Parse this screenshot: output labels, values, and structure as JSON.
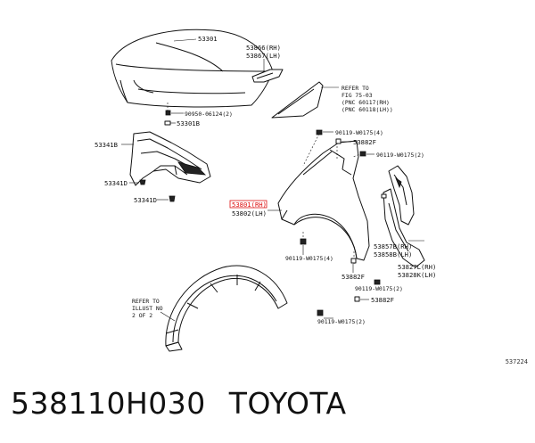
{
  "diagram": {
    "code": "537224",
    "labels": {
      "hood": "53301",
      "hood_seal_rh": "53866(RH)",
      "hood_seal_lh": "53867(LH)",
      "refer_fig_1": "REFER TO",
      "refer_fig_2": "FIG 75-03",
      "refer_fig_3": "(PNC 60117(RH)",
      "refer_fig_4": "(PNC 60118(LH))",
      "clip_hood": "90950-06124(2)",
      "cushion": "53301B",
      "bracket_53341": "53341B",
      "clip_53341": "53341D",
      "clip_53341_b": "53341D",
      "bolt_1": "90119-W0175(4)",
      "clip_53882_1": "53882F",
      "bolt_2": "90119-W0175(2)",
      "fender_rh": "53801(RH)",
      "fender_lh": "53802(LH)",
      "bolt_3": "90119-W0175(4)",
      "seal_rh": "53857B(RH)",
      "seal_lh": "53858B(LH)",
      "protector_rh": "53827L(RH)",
      "protector_lh": "53828K(LH)",
      "clip_53882_2": "53882F",
      "bolt_4": "90119-W0175(2)",
      "clip_53882_3": "53882F",
      "bolt_5": "90119-W0175(2)",
      "refer_illust_1": "REFER TO",
      "refer_illust_2": "ILLUST NO",
      "refer_illust_3": "2 OF 2"
    }
  },
  "footer": {
    "part_number": "538110H030",
    "brand": "TOYOTA"
  }
}
